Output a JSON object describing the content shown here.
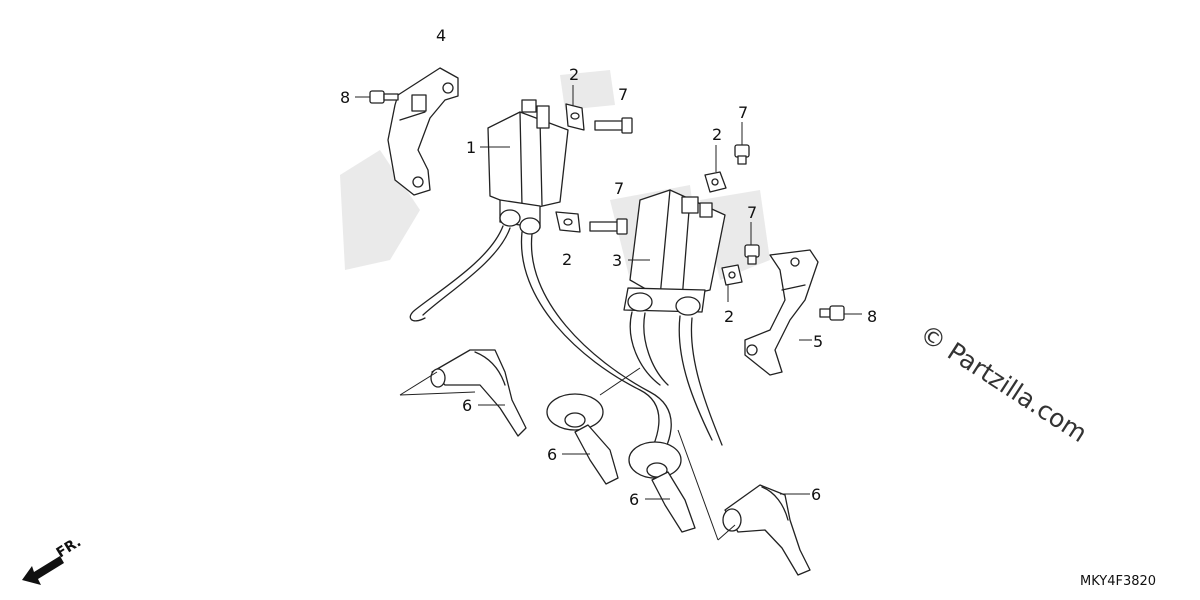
{
  "callouts": {
    "c1": "1",
    "c2a": "2",
    "c2b": "2",
    "c2c": "2",
    "c2d": "2",
    "c3": "3",
    "c4": "4",
    "c5": "5",
    "c6a": "6",
    "c6b": "6",
    "c6c": "6",
    "c6d": "6",
    "c7a": "7",
    "c7b": "7",
    "c7c": "7",
    "c7d": "7",
    "c8a": "8",
    "c8b": "8"
  },
  "watermark": "© Partzilla.com",
  "diagram_code": "MKY4F3820",
  "front_indicator": "FR.",
  "colors": {
    "line": "#222222",
    "shade": "#d9d9d9",
    "background": "#ffffff"
  }
}
